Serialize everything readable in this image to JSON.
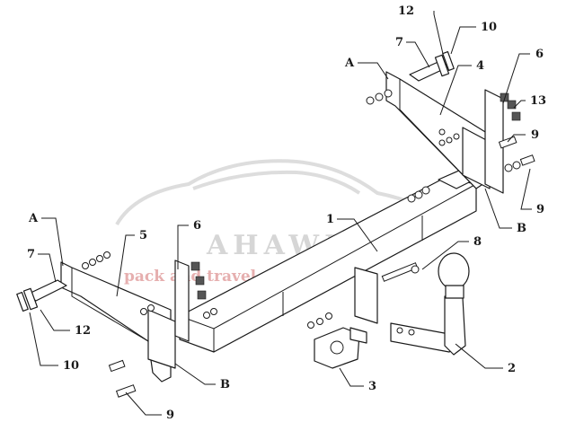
{
  "watermark": {
    "brand": "AHAWR",
    "tagline": "pack and travel"
  },
  "callouts": {
    "c1": "1",
    "c2": "2",
    "c3": "3",
    "c4": "4",
    "c5": "5",
    "c6_right": "6",
    "c6_left": "6",
    "c7_right": "7",
    "c7_left": "7",
    "c8": "8",
    "c9_right_top": "9",
    "c9_right_bottom": "9",
    "c9_left": "9",
    "c10_right": "10",
    "c10_left": "10",
    "c12_right": "12",
    "c12_left": "12",
    "c13": "13",
    "cA_right": "A",
    "cA_left": "A",
    "cB_right": "B",
    "cB_left": "B"
  }
}
